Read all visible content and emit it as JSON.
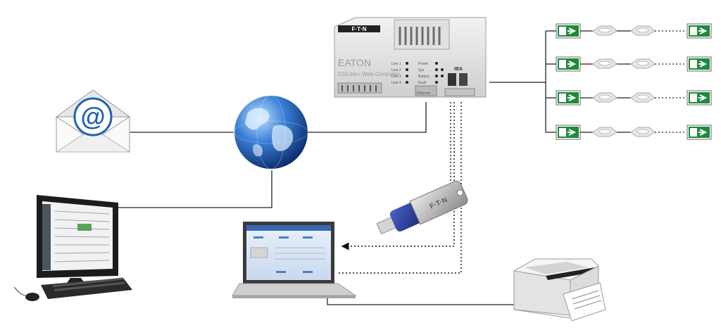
{
  "controller": {
    "brand": "EATON",
    "badge_text": "F·T·N",
    "product_name": "CGLine+ Web-Controller",
    "card_label": "IBA",
    "line_labels": [
      "Line 1",
      "Line 2",
      "Line 3",
      "Line 4"
    ],
    "status_labels": [
      "Power",
      "Sys",
      "Battery",
      "Fault"
    ],
    "port_label": "Ethernet"
  },
  "usb_stick": {
    "brand": "F·T·N"
  },
  "luminaires": {
    "rows": 4
  },
  "colors": {
    "exit_sign_green": "#1e8a3a",
    "usb_blue": "#2b3f9e",
    "globe_blue": "#1d4fa8",
    "email_blue": "#1e63b5",
    "line": "#222222"
  },
  "icons": [
    "email-icon",
    "globe-icon",
    "desktop-computer-icon",
    "laptop-icon",
    "usb-stick-icon",
    "printer-icon",
    "exit-sign-icon",
    "luminaire-icon"
  ]
}
